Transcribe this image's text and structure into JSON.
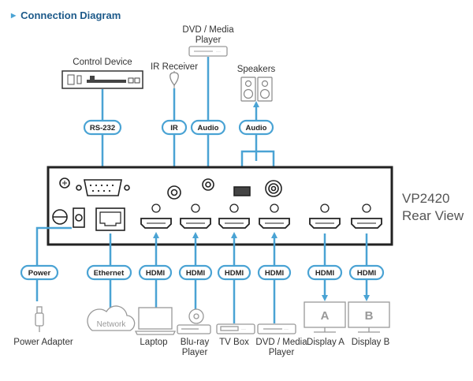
{
  "title": "Connection Diagram",
  "device": {
    "model": "VP2420",
    "view": "Rear View"
  },
  "top_devices": {
    "control_device": "Control Device",
    "ir_receiver": "IR Receiver",
    "dvd_player_line1": "DVD / Media",
    "dvd_player_line2": "Player",
    "speakers": "Speakers"
  },
  "top_pills": {
    "rs232": "RS-232",
    "ir": "IR",
    "audio_in": "Audio",
    "audio_out": "Audio"
  },
  "bottom_pills": {
    "power": "Power",
    "ethernet": "Ethernet",
    "hdmi1": "HDMI",
    "hdmi2": "HDMI",
    "hdmi3": "HDMI",
    "hdmi4": "HDMI",
    "hdmi_out_a": "HDMI",
    "hdmi_out_b": "HDMI"
  },
  "bottom_devices": {
    "power_adapter": "Power Adapter",
    "network": "Network",
    "laptop": "Laptop",
    "bluray_line1": "Blu-ray",
    "bluray_line2": "Player",
    "tv_box": "TV Box",
    "dvd_line1": "DVD / Media",
    "dvd_line2": "Player",
    "display_a": "Display A",
    "display_b": "Display B",
    "display_a_letter": "A",
    "display_b_letter": "B"
  },
  "colors": {
    "cable": "#4aa3d4",
    "device_outline": "#999999",
    "panel": "#222222"
  }
}
